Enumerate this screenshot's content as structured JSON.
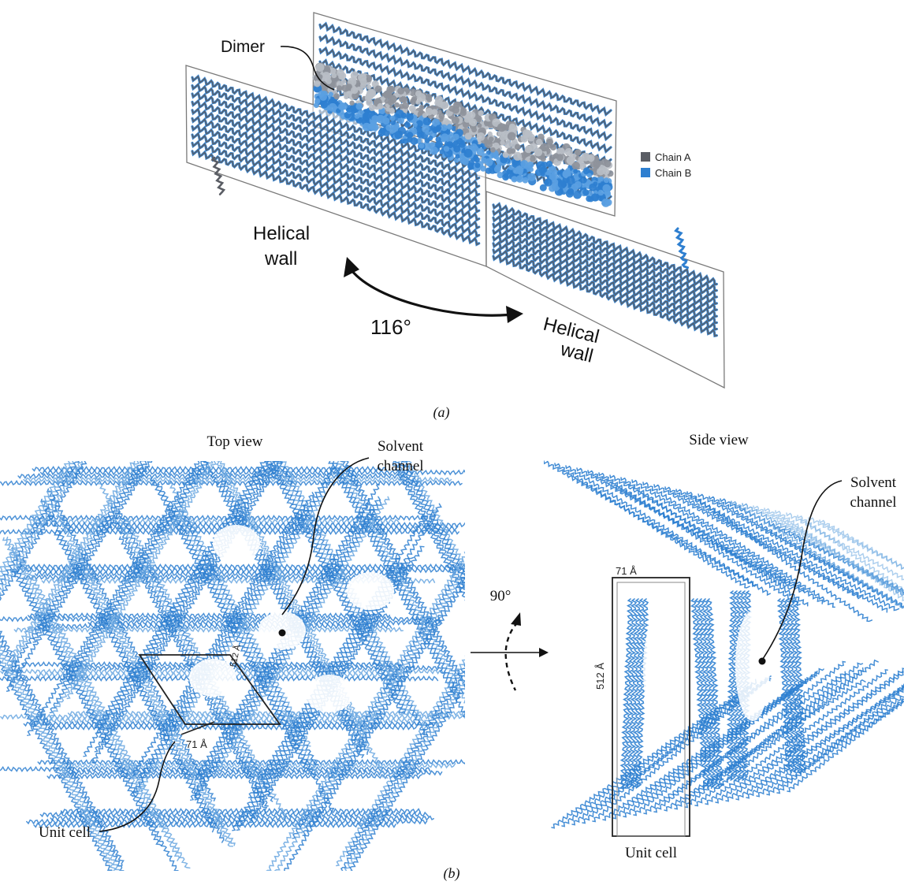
{
  "panel_a": {
    "dimer_label": "Dimer",
    "legend": {
      "items": [
        {
          "label": "Chain A",
          "color": "#5a5d64"
        },
        {
          "label": "Chain B",
          "color": "#2e7fd0"
        }
      ]
    },
    "helical_wall_left": [
      "Helical",
      "wall"
    ],
    "helical_wall_right": [
      "Helical",
      "wall"
    ],
    "angle_label": "116°",
    "caption": "(a)"
  },
  "panel_b": {
    "top_view": {
      "title": "Top view",
      "solvent_channel": [
        "Solvent",
        "channel"
      ],
      "edge_512": "512 Å",
      "edge_71": "71 Å",
      "unit_cell": "Unit cell"
    },
    "rotation_label": "90°",
    "side_view": {
      "title": "Side view",
      "solvent_channel": [
        "Solvent",
        "channel"
      ],
      "edge_71": "71 Å",
      "edge_512": "512 Å",
      "unit_cell": "Unit cell"
    },
    "caption": "(b)"
  },
  "colors": {
    "chain_a": "#5a5d64",
    "chain_b": "#2e7fd0",
    "light_blue": "#6aa7e0",
    "plane_stroke": "#777777"
  }
}
